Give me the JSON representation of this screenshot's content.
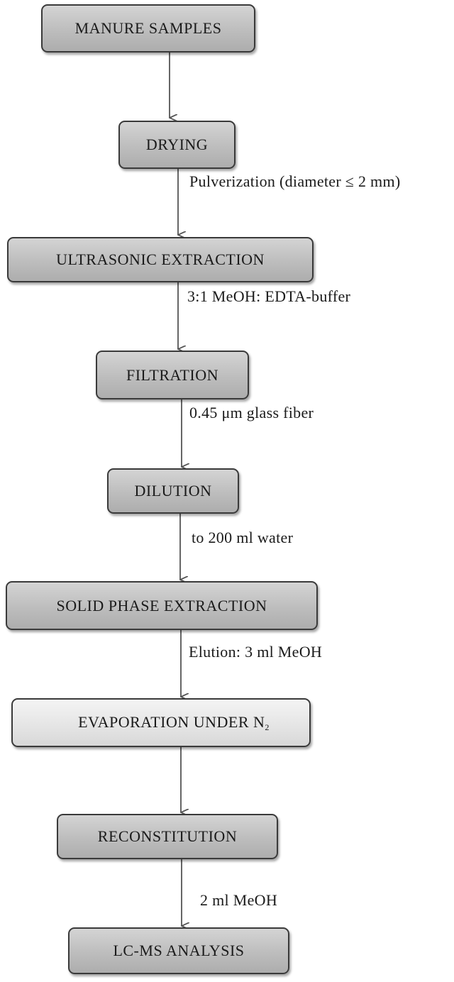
{
  "steps": {
    "manure_samples": "MANURE SAMPLES",
    "drying": "DRYING",
    "ultrasonic_extraction": "ULTRASONIC EXTRACTION",
    "filtration": "FILTRATION",
    "dilution": "DILUTION",
    "solid_phase_extraction": "SOLID PHASE EXTRACTION",
    "evaporation": "EVAPORATION UNDER N",
    "evaporation_subscript": "2",
    "reconstitution": "RECONSTITUTION",
    "lcms_analysis": "LC-MS ANALYSIS"
  },
  "notes": {
    "pulverization": "Pulverization (diameter ≤ 2 mm)",
    "meoh_edta": "3:1 MeOH: EDTA-buffer",
    "glass_fiber": "0.45 μm glass fiber",
    "water": "to 200 ml water",
    "elution": "Elution: 3 ml MeOH",
    "meoh_2ml": "2 ml MeOH"
  },
  "colors": {
    "box_fill": "#bdbdbd",
    "box_fill_light": "#e4e4e4",
    "border": "#3a3a3a",
    "arrow": "#555555"
  }
}
